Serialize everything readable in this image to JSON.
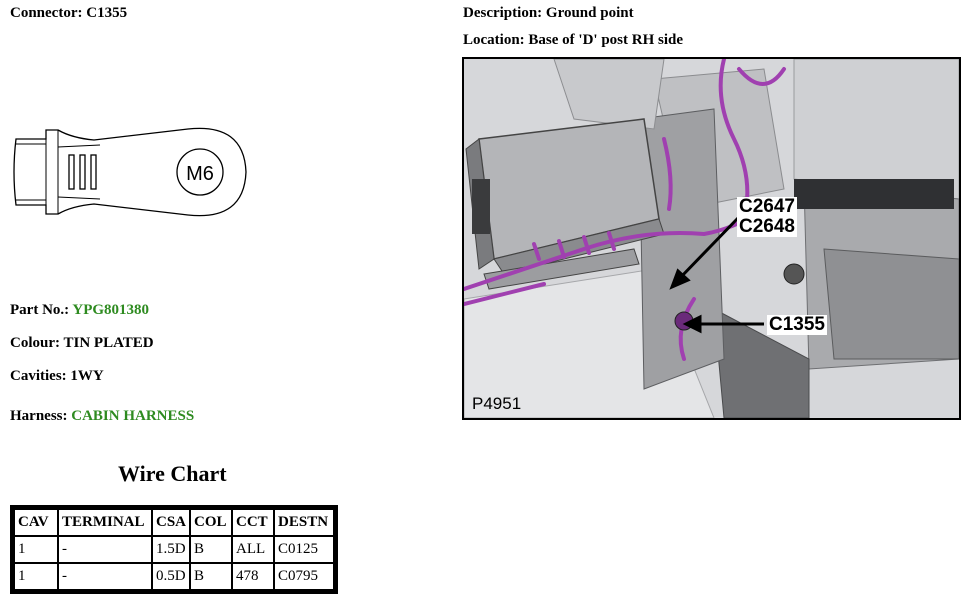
{
  "connector": {
    "label": "Connector:",
    "value": "C1355"
  },
  "description": {
    "label": "Description:",
    "value": "Ground point"
  },
  "location": {
    "label": "Location:",
    "value": "Base of 'D' post RH side"
  },
  "terminal_marking": "M6",
  "part_no": {
    "label": "Part No.:",
    "value": "YPG801380"
  },
  "colour": {
    "label": "Colour:",
    "value": "TIN PLATED"
  },
  "cavities": {
    "label": "Cavities:",
    "value": "1WY"
  },
  "harness": {
    "label": "Harness:",
    "value": "CABIN HARNESS"
  },
  "wire_chart": {
    "title": "Wire Chart",
    "headers": [
      "CAV",
      "TERMINAL",
      "CSA",
      "COL",
      "CCT",
      "DESTN"
    ],
    "rows": [
      [
        "1",
        "-",
        "1.5D",
        "B",
        "ALL",
        "C0125"
      ],
      [
        "1",
        "-",
        "0.5D",
        "B",
        "478",
        "C0795"
      ]
    ]
  },
  "photo": {
    "callouts": [
      "C2647",
      "C2648",
      "C1355"
    ],
    "id": "P4951"
  },
  "colors": {
    "link_green": "#2e8b20",
    "harness_purple": "#a040b0"
  }
}
